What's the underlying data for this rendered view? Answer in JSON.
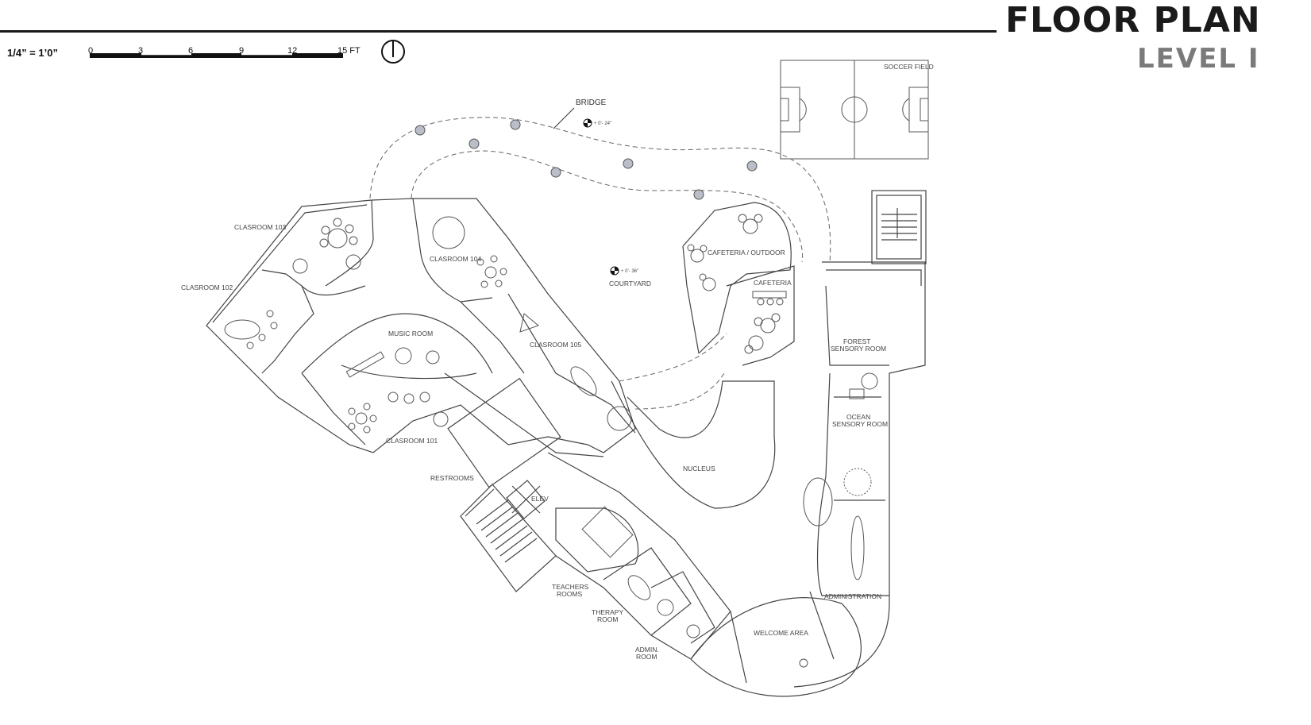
{
  "header": {
    "title": "FLOOR PLAN",
    "subtitle": "LEVEL I"
  },
  "scale_bar": {
    "ratio": "1/4” = 1’0”",
    "ticks": [
      "0",
      "3",
      "6",
      "9",
      "12",
      "15 FT"
    ]
  },
  "rooms": {
    "soccer_field": "SOCCER FIELD",
    "bridge": "BRIDGE",
    "bridge_level": "+ 0'- 24\"",
    "courtyard_level": "+ 0'- 36\"",
    "classroom_103": "CLASROOM 103",
    "classroom_102": "CLASROOM 102",
    "classroom_104": "CLASROOM 104",
    "classroom_105": "CLASROOM 105",
    "classroom_101": "CLASROOM 101",
    "music_room": "MUSIC ROOM",
    "courtyard": "COURTYARD",
    "cafeteria_outdoor": "CAFETERIA / OUTDOOR",
    "cafeteria": "CAFETERIA",
    "forest_sensory_1": "FOREST",
    "forest_sensory_2": "SENSORY ROOM",
    "ocean_sensory_1": "OCEAN",
    "ocean_sensory_2": "SENSORY ROOM",
    "nucleus": "NUCLEUS",
    "restrooms": "RESTROOMS",
    "elevator": "ELEV",
    "teachers_1": "TEACHERS",
    "teachers_2": "ROOMS",
    "therapy_1": "THERAPY",
    "therapy_2": "ROOM",
    "admin_room_1": "ADMIN.",
    "admin_room_2": "ROOM",
    "administration": "ADMINISTRATION",
    "welcome_area": "WELCOME AREA"
  }
}
